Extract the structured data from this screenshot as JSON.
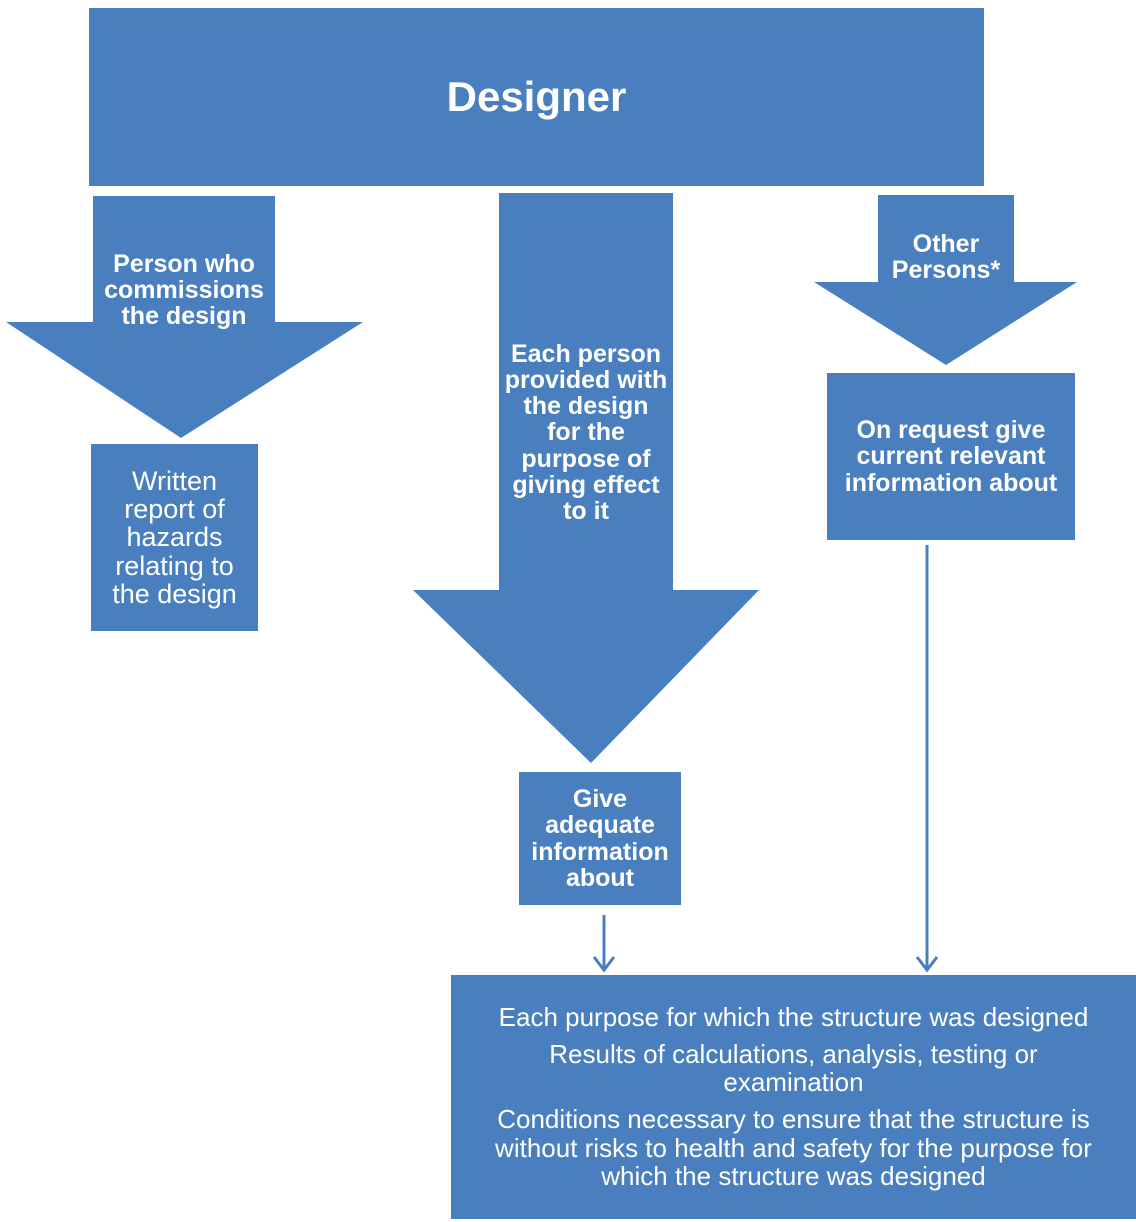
{
  "designer": {
    "title": "Designer"
  },
  "left_branch": {
    "arrow_label": "Person who\ncommissions\nthe design",
    "box_text": "Written\nreport of\nhazards\nrelating to\nthe design"
  },
  "middle_branch": {
    "arrow_label": "Each person\nprovided with\nthe design\nfor the\npurpose of\ngiving effect\nto it",
    "box_text": "Give\nadequate\ninformation\nabout"
  },
  "right_branch": {
    "arrow_label": "Other\nPersons*",
    "box_text": "On request give\ncurrent relevant\ninformation about"
  },
  "bottom_box": {
    "lines": [
      "Each purpose for which the structure was designed",
      "Results of calculations, analysis, testing or\nexamination",
      "Conditions necessary to ensure that the structure is\nwithout risks to health and safety for the purpose for\nwhich the structure was designed"
    ]
  },
  "colors": {
    "fill": "#4a7fbf",
    "line": "#4a7fbf"
  }
}
